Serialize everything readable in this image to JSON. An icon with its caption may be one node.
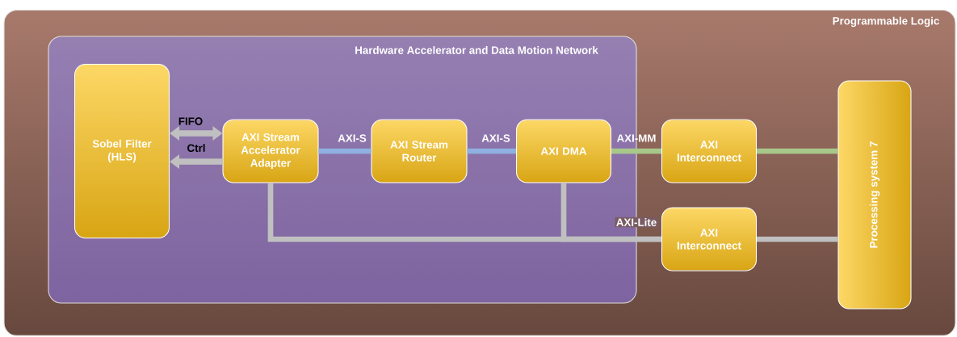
{
  "diagram": {
    "nodes": [
      {
        "text": [
          "Programmable Logic"
        ]
      },
      {
        "text": [
          "Hardware Accelerator and Data Motion Network"
        ],
        "in": 0
      },
      {
        "text": [
          "Sobel Filter (HLS)"
        ],
        "in": 1
      },
      {
        "text": [
          "AXI Stream Accelerator Adapter"
        ],
        "in": 1
      },
      {
        "text": [
          "AXI Stream Router"
        ],
        "in": 1
      },
      {
        "text": [
          "AXI DMA"
        ],
        "in": 1
      },
      {
        "text": [
          "AXI Interconnect"
        ],
        "in": 0
      },
      {
        "text": [
          "AXI Interconnect"
        ],
        "in": 0
      },
      {
        "text": [
          "Processing system 7"
        ],
        "in": 0
      }
    ],
    "edges": [
      {
        "from": 2,
        "to": 3,
        "arrow": "both",
        "label": "FIFO"
      },
      {
        "from": 3,
        "to": 2,
        "arrow": "to",
        "label": "Ctrl"
      },
      {
        "from": 3,
        "to": 4,
        "arrow": "none",
        "label": "AXI-S",
        "color": "#8fb0e0"
      },
      {
        "from": 4,
        "to": 5,
        "arrow": "none",
        "label": "AXI-S",
        "color": "#8fb0e0"
      },
      {
        "from": 5,
        "to": 6,
        "arrow": "none",
        "label": "AXI-MM",
        "color": "#a8c88a"
      },
      {
        "from": 6,
        "to": 8,
        "arrow": "none",
        "color": "#a8c88a"
      },
      {
        "from": 3,
        "to": 7,
        "arrow": "none"
      },
      {
        "from": 5,
        "to": 7,
        "arrow": "none",
        "label": "AXI-Lite"
      },
      {
        "from": 7,
        "to": 8,
        "arrow": "none"
      }
    ]
  }
}
